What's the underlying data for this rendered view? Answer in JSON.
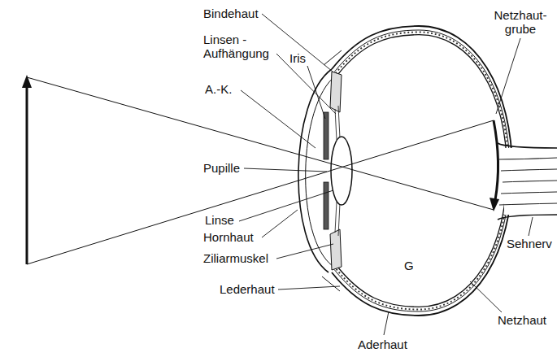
{
  "diagram": {
    "labels": [
      "Bindehaut",
      "Linsen - Aufhängung",
      "Iris",
      "A.-K.",
      "Pupille",
      "Linse",
      "Hornhaut",
      "Ziliarmuskel",
      "Lederhaut",
      "Aderhaut",
      "Netzhaut- grube",
      "Netzhaut",
      "Sehnerv",
      "G"
    ]
  }
}
